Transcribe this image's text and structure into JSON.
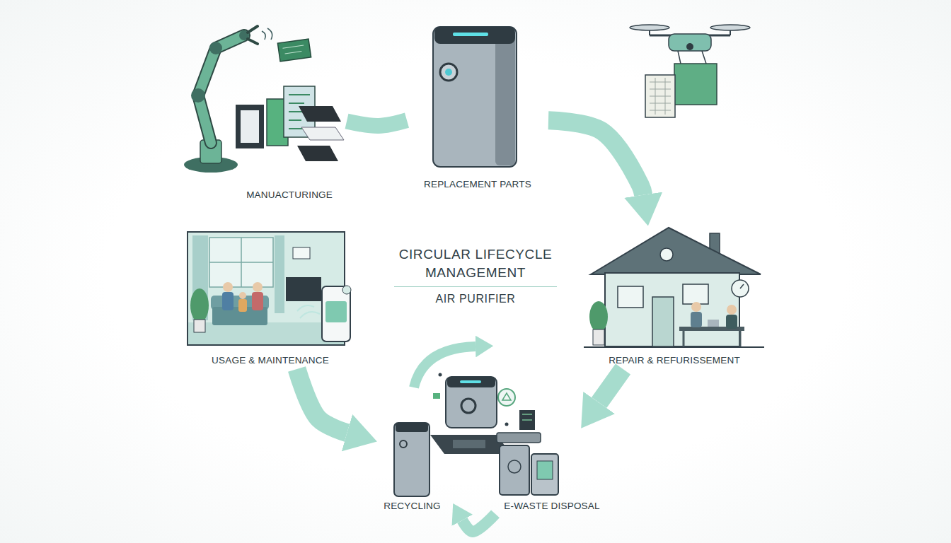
{
  "diagram": {
    "title": "CIRCULAR LIFECYCLE MANAGEMENT",
    "nodes": [
      {
        "text": [
          "MANUACTURINGE"
        ]
      },
      {
        "text": [
          "REPLACEMENT PARTS"
        ]
      },
      {
        "text": [
          "USAGE & MAINTENANCE"
        ]
      },
      {
        "text": [
          "REPAIR & REFURISSEMENT"
        ]
      },
      {
        "text": [
          "RECYCLING"
        ]
      },
      {
        "text": [
          "E-WASTE DISPOSAL"
        ]
      }
    ],
    "edges": [
      {
        "from": 0,
        "to": 1,
        "arrow": "none"
      },
      {
        "from": 1,
        "to": 3,
        "arrow": "to"
      },
      {
        "from": 3,
        "to": 5,
        "arrow": "to"
      },
      {
        "from": 2,
        "to": 4,
        "arrow": "to"
      },
      {
        "from": 5,
        "to": 4,
        "arrow": "to"
      }
    ],
    "labels": [
      "AIR PURIFIER"
    ]
  }
}
